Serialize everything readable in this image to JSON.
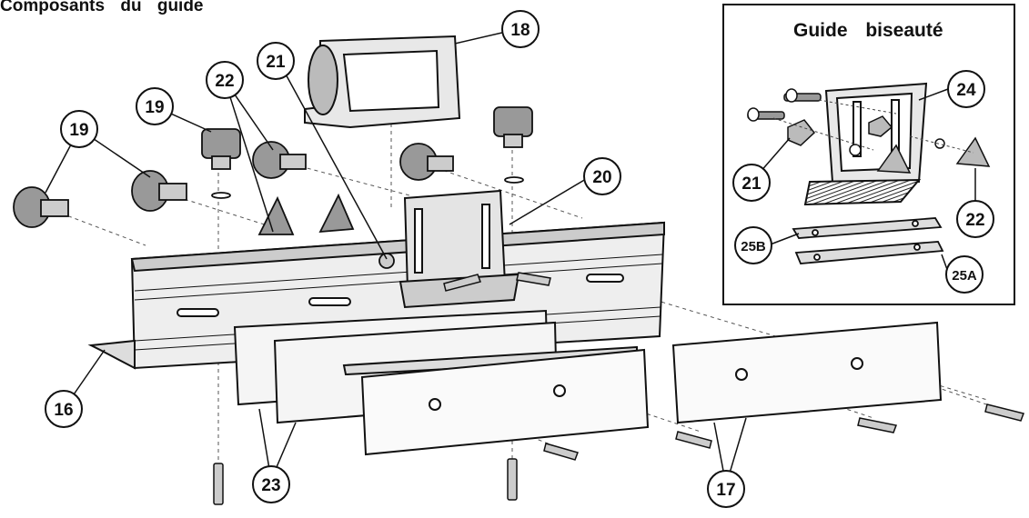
{
  "title": "Composants du guide",
  "inset": {
    "title": "Guide biseauté"
  },
  "callouts": {
    "c16": "16",
    "c17": "17",
    "c18": "18",
    "c19a": "19",
    "c19b": "19",
    "c20": "20",
    "c21": "21",
    "c22": "22",
    "c23": "23",
    "c24": "24",
    "c21i": "21",
    "c22i": "22",
    "c25b": "25B",
    "c25a": "25A"
  }
}
